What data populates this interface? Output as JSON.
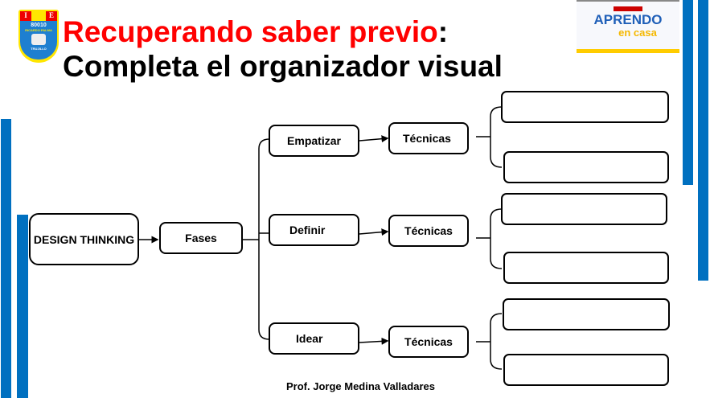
{
  "header": {
    "title_part1": "Recuperando saber previo",
    "title_colon": ":",
    "title_line2": "Completa el organizador visual",
    "title_accent_color": "#ff0000"
  },
  "school_logo": {
    "letters": [
      "I",
      "E"
    ],
    "number": "80010",
    "name": "RICARDO PALMA",
    "city": "TRUJILLO"
  },
  "brand_logo": {
    "line1": "APRENDO",
    "line2": "en casa"
  },
  "diagram": {
    "root": "DESIGN THINKING",
    "phase_node": "Fases",
    "phases": [
      {
        "label": "Empatizar",
        "techniques": "Técnicas",
        "answers": [
          "",
          ""
        ]
      },
      {
        "label": "Definir",
        "techniques": "Técnicas",
        "answers": [
          "",
          ""
        ]
      },
      {
        "label": "Idear",
        "techniques": "Técnicas",
        "answers": [
          "",
          ""
        ]
      }
    ]
  },
  "footer": {
    "author": "Prof. Jorge Medina Valladares"
  },
  "colors": {
    "accent_blue": "#0070c0",
    "yellow": "#ffcc00"
  }
}
